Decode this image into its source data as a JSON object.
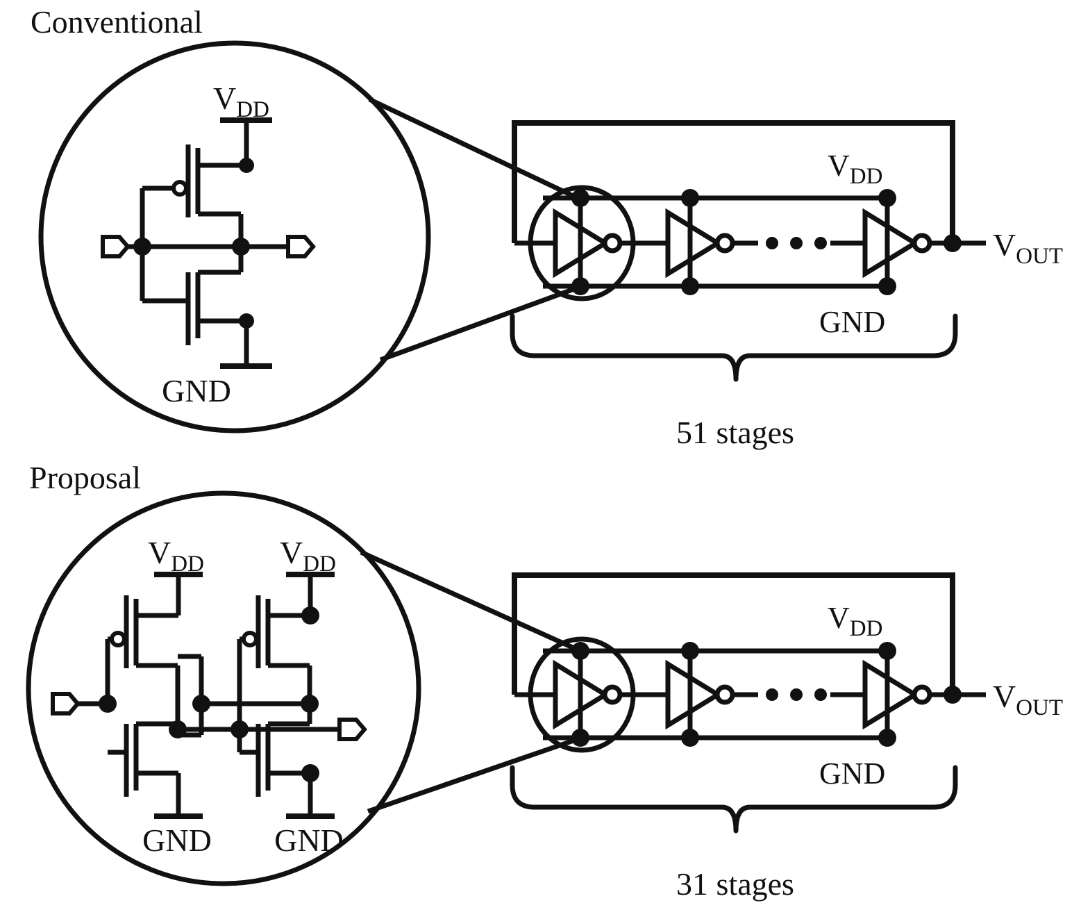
{
  "figure": {
    "type": "circuit-diagram",
    "description": "Ring oscillator schematics: conventional CMOS inverter based 51-stage ring oscillator and proposed dual-inverter 31-stage ring oscillator"
  },
  "sections": [
    {
      "id": "conventional",
      "title": "Conventional",
      "stages_label": "51 stages",
      "cell": {
        "type": "cmos-inverter",
        "supply_label": "V",
        "supply_sub": "DD",
        "ground_label": "GND",
        "transistors": [
          "pmos",
          "nmos"
        ],
        "ports": [
          "input",
          "output"
        ]
      },
      "chain": {
        "vdd_label": "V",
        "vdd_sub": "DD",
        "gnd_label": "GND",
        "out_label": "V",
        "out_sub": "OUT",
        "inverters_drawn": 3,
        "ellipsis_dots": 3
      }
    },
    {
      "id": "proposal",
      "title": "Proposal",
      "stages_label": "31 stages",
      "cell": {
        "type": "dual-cmos-inverter",
        "supply_label": "V",
        "supply_sub": "DD",
        "ground_label": "GND",
        "supply_count": 2,
        "ground_count": 2,
        "transistors": [
          "pmos",
          "nmos",
          "pmos",
          "nmos"
        ],
        "ports": [
          "input",
          "output"
        ]
      },
      "chain": {
        "vdd_label": "V",
        "vdd_sub": "DD",
        "gnd_label": "GND",
        "out_label": "V",
        "out_sub": "OUT",
        "inverters_drawn": 3,
        "ellipsis_dots": 3
      }
    }
  ],
  "colors": {
    "stroke": "#111111",
    "background": "#ffffff"
  }
}
